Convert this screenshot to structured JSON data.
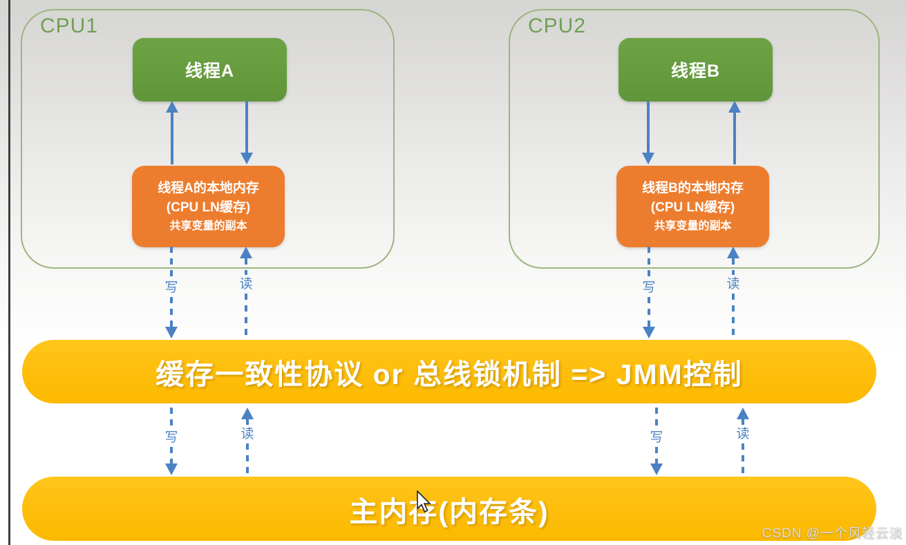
{
  "cpus": [
    {
      "label": "CPU1",
      "thread_label": "线程A",
      "local_memory": {
        "line1": "线程A的本地内存",
        "line2": "(CPU LN缓存)",
        "line3": "共享变量的副本"
      }
    },
    {
      "label": "CPU2",
      "thread_label": "线程B",
      "local_memory": {
        "line1": "线程B的本地内存",
        "line2": "(CPU LN缓存)",
        "line3": "共享变量的副本"
      }
    }
  ],
  "bus_bar": {
    "label": "缓存一致性协议 or 总线锁机制 => JMM控制"
  },
  "main_memory_bar": {
    "label": "主内存(内存条)"
  },
  "arrow_labels": {
    "write": "写",
    "read": "读"
  },
  "watermark": {
    "text": "CSDN @一个风轻云淡"
  },
  "colors": {
    "gold": "#FEBF0E",
    "orange": "#ED7D2E",
    "green": "#689B41",
    "panel_border": "#9CB57E",
    "cpu_label": "#6FA052",
    "arrow_blue": "#4A82C4"
  }
}
